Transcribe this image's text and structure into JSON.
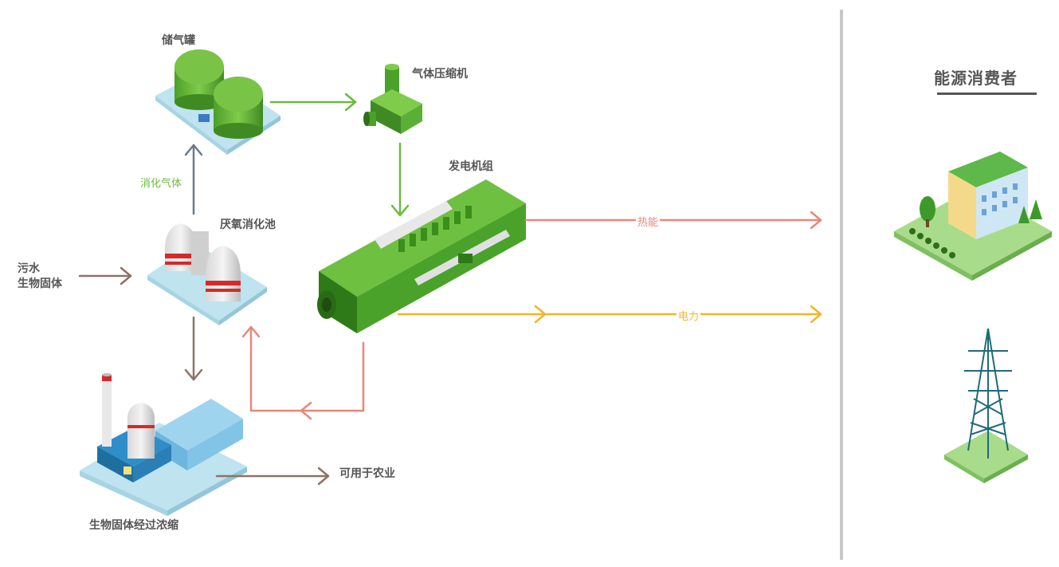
{
  "labels": {
    "gas_storage": "储气罐",
    "compressor": "气体压缩机",
    "generator": "发电机组",
    "digester": "厌氧消化池",
    "digester_gas": "消化气体",
    "sewage_line1": "污水",
    "sewage_line2": "生物固体",
    "thickening": "生物固体经过浓缩",
    "agriculture": "可用于农业",
    "heat": "热能",
    "electricity": "电力"
  },
  "consumers": {
    "title": "能源消费者"
  },
  "colors": {
    "green": "#6cba3e",
    "heat": "#e8877a",
    "power": "#f4b52a",
    "brown": "#8c7265",
    "grey_arrow": "#6c7a8c",
    "divider": "#c8c8c8"
  }
}
